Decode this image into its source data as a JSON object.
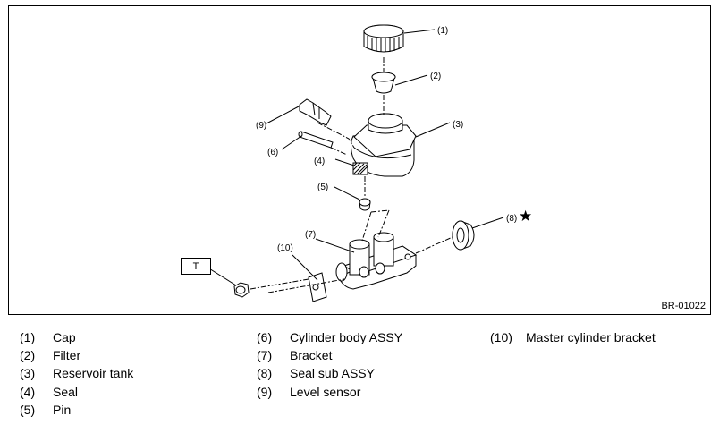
{
  "figure": {
    "code": "BR-01022",
    "torque_marker": "T",
    "star_marker": "★",
    "callouts": {
      "c1": "(1)",
      "c2": "(2)",
      "c3": "(3)",
      "c4": "(4)",
      "c5": "(5)",
      "c6": "(6)",
      "c7": "(7)",
      "c8": "(8)",
      "c9": "(9)",
      "c10": "(10)"
    }
  },
  "legend": [
    {
      "num": "(1)",
      "name": "Cap"
    },
    {
      "num": "(2)",
      "name": "Filter"
    },
    {
      "num": "(3)",
      "name": "Reservoir tank"
    },
    {
      "num": "(4)",
      "name": "Seal"
    },
    {
      "num": "(5)",
      "name": "Pin"
    },
    {
      "num": "(6)",
      "name": "Cylinder body ASSY"
    },
    {
      "num": "(7)",
      "name": "Bracket"
    },
    {
      "num": "(8)",
      "name": "Seal sub ASSY"
    },
    {
      "num": "(9)",
      "name": "Level sensor"
    },
    {
      "num": "(10)",
      "name": "Master cylinder bracket"
    }
  ]
}
